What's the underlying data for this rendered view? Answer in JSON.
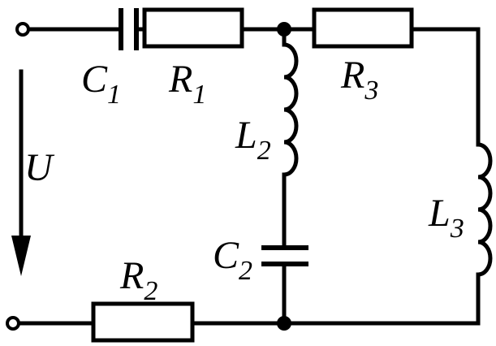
{
  "components": {
    "C1": {
      "letter": "C",
      "sub": "1"
    },
    "R1": {
      "letter": "R",
      "sub": "1"
    },
    "R3": {
      "letter": "R",
      "sub": "3"
    },
    "L2": {
      "letter": "L",
      "sub": "2"
    },
    "C2": {
      "letter": "C",
      "sub": "2"
    },
    "L3": {
      "letter": "L",
      "sub": "3"
    },
    "R2": {
      "letter": "R",
      "sub": "2"
    }
  },
  "voltage": {
    "label": "U"
  },
  "colors": {
    "ink": "#000000",
    "background": "#ffffff"
  }
}
